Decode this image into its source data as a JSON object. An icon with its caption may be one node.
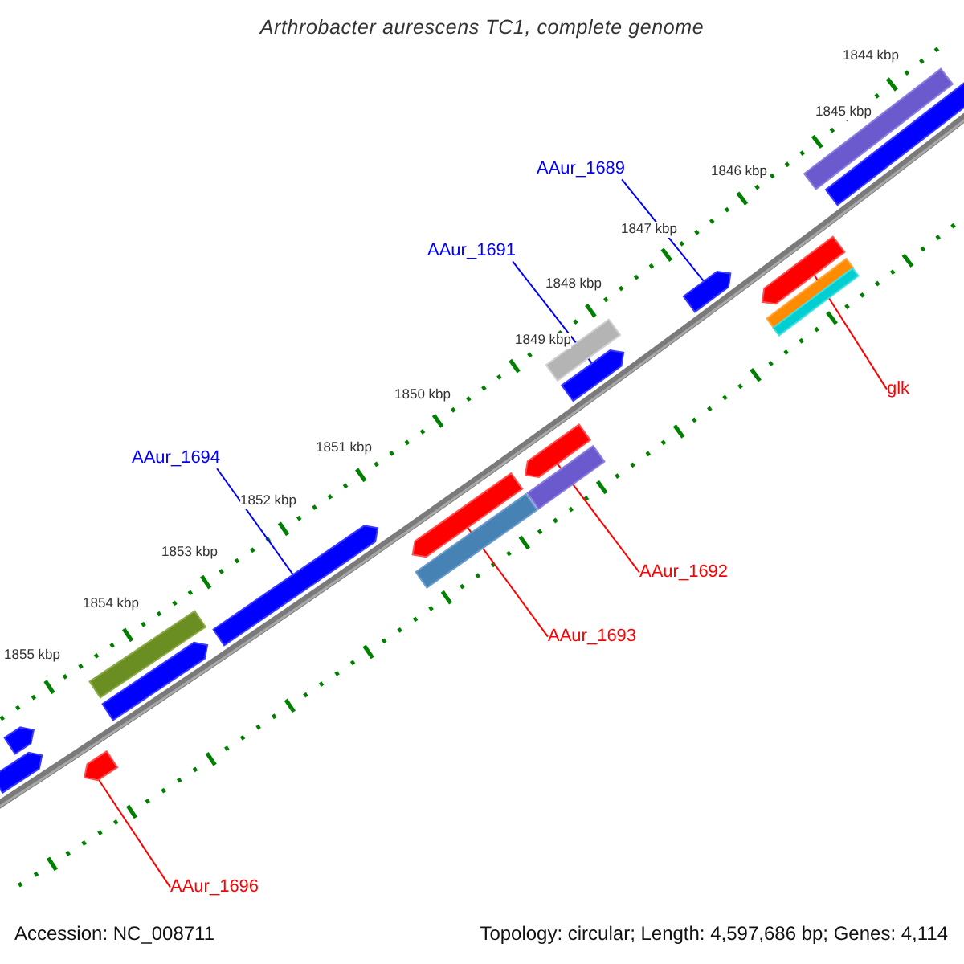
{
  "diagram": {
    "title": "Arthrobacter aurescens TC1, complete genome",
    "nodes": [
      {
        "text": [
          "AAur_1689"
        ]
      },
      {
        "text": [
          "AAur_1691"
        ]
      },
      {
        "text": [
          "glk"
        ]
      },
      {
        "text": [
          "AAur_1694"
        ]
      },
      {
        "text": [
          "AAur_1692"
        ]
      },
      {
        "text": [
          "AAur_1693"
        ]
      },
      {
        "text": [
          "AAur_1696"
        ]
      },
      {
        "text": [],
        "shape": "arrow"
      },
      {
        "text": [],
        "shape": "arrow"
      },
      {
        "text": [],
        "shape": "arrow"
      },
      {
        "text": [],
        "shape": "bar"
      },
      {
        "text": [],
        "shape": "arrow"
      },
      {
        "text": [],
        "shape": "arrow"
      },
      {
        "text": [],
        "shape": "arrow"
      },
      {
        "text": [],
        "shape": "bar"
      },
      {
        "text": [],
        "shape": "arrow"
      },
      {
        "text": [],
        "shape": "bar"
      },
      {
        "text": [],
        "shape": "bar"
      },
      {
        "text": [],
        "shape": "arrow"
      },
      {
        "text": [],
        "shape": "arrow"
      },
      {
        "text": [],
        "shape": "arrow"
      },
      {
        "text": [],
        "shape": "bar"
      },
      {
        "text": [],
        "shape": "bar"
      },
      {
        "text": [],
        "shape": "bar"
      },
      {
        "text": [],
        "shape": "arrow"
      }
    ],
    "edges": [
      {
        "from": 0,
        "to": 19,
        "arrow": "none",
        "color": "#0000ff"
      },
      {
        "from": 1,
        "to": 18,
        "arrow": "none",
        "color": "#0000ff"
      },
      {
        "from": 2,
        "to": 20,
        "arrow": "none"
      },
      {
        "from": 3,
        "to": 12,
        "arrow": "none",
        "color": "#0000ff"
      },
      {
        "from": 4,
        "to": 15,
        "arrow": "none"
      },
      {
        "from": 5,
        "to": 13,
        "arrow": "none"
      },
      {
        "from": 6,
        "to": 9,
        "arrow": "none"
      }
    ],
    "labels": [
      "1844 kbp",
      "1845 kbp",
      "1846 kbp",
      "1847 kbp",
      "1848 kbp",
      "1849 kbp",
      "1850 kbp",
      "1851 kbp",
      "1852 kbp",
      "1853 kbp",
      "1854 kbp",
      "1855 kbp",
      "Accession: NC_008711",
      "Topology: circular; Length: 4,597,686 bp; Genes: 4,114"
    ]
  }
}
